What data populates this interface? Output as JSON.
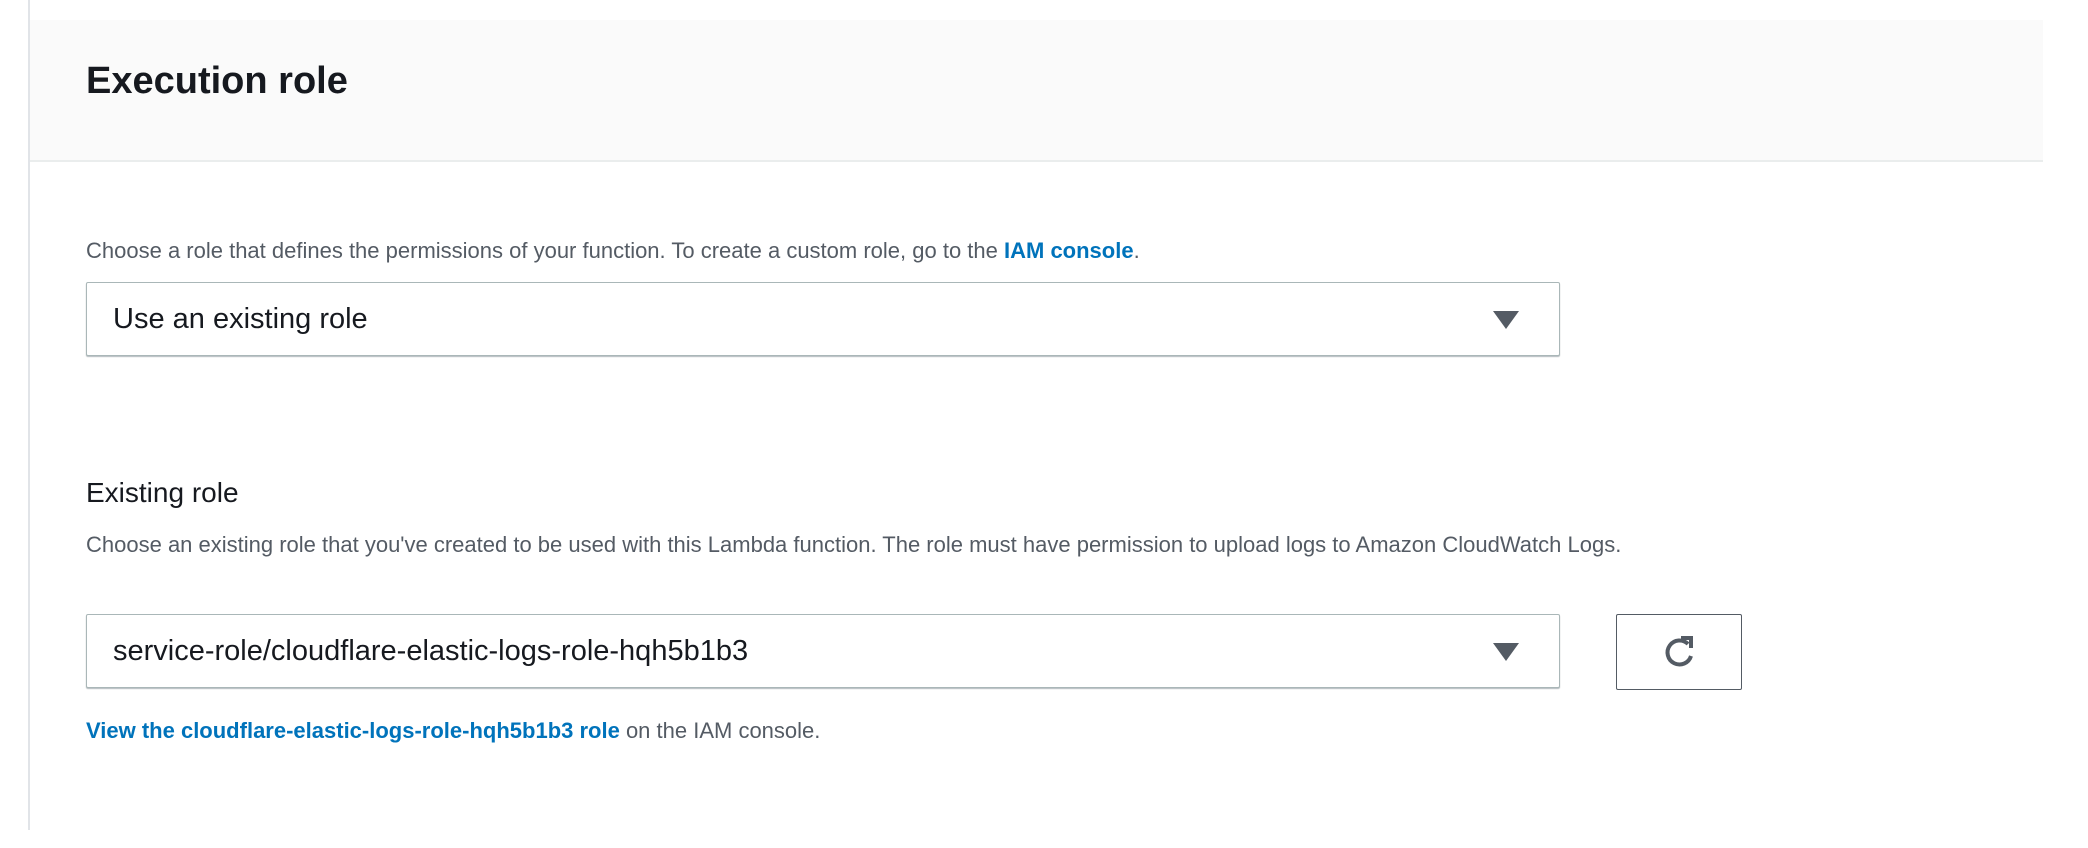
{
  "section": {
    "title": "Execution role",
    "description_prefix": "Choose a role that defines the permissions of your function. To create a custom role, go to the ",
    "iam_console_link": "IAM console",
    "description_suffix": ".",
    "role_type_select": {
      "value": "Use an existing role",
      "icon": "caret-down-icon"
    }
  },
  "existing_role": {
    "label": "Existing role",
    "description": "Choose an existing role that you've created to be used with this Lambda function. The role must have permission to upload logs to Amazon CloudWatch Logs.",
    "select": {
      "value": "service-role/cloudflare-elastic-logs-role-hqh5b1b3",
      "icon": "caret-down-icon"
    },
    "refresh_icon": "refresh-icon",
    "view_link": "View the cloudflare-elastic-logs-role-hqh5b1b3 role",
    "view_suffix": " on the IAM console."
  },
  "colors": {
    "link": "#0073bb",
    "header_bg": "#fafafa",
    "text_secondary": "#545b64"
  }
}
